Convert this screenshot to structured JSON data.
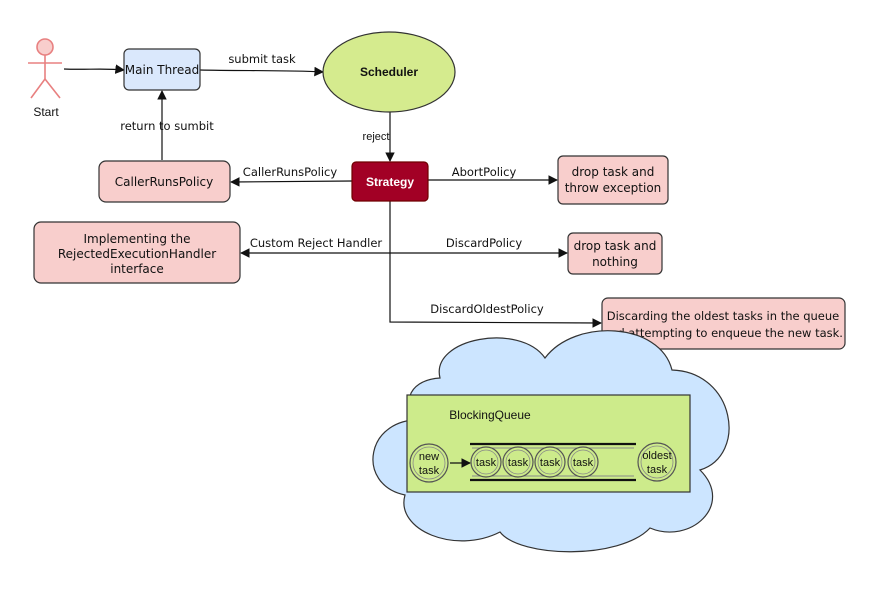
{
  "actor": {
    "label": "Start"
  },
  "nodes": {
    "main_thread": "Main Thread",
    "scheduler": "Scheduler",
    "strategy": "Strategy",
    "caller_runs": "CallerRunsPolicy",
    "implementing_lines": [
      "Implementing the",
      "RejectedExecutionHandler",
      "interface"
    ],
    "drop_throw_lines": [
      "drop task and",
      "throw exception"
    ],
    "drop_nothing_lines": [
      "drop task and",
      "nothing"
    ],
    "discard_oldest_lines": [
      "Discarding the oldest tasks in the queue",
      "and attempting to enqueue the new task."
    ]
  },
  "edges": {
    "submit_task": "submit task",
    "return_to_submit": "return to sumbit",
    "reject": "reject",
    "caller_runs_policy": "CallerRunsPolicy",
    "abort_policy": "AbortPolicy",
    "custom_reject_handler": "Custom Reject Handler",
    "discard_policy": "DiscardPolicy",
    "discard_oldest_policy": "DiscardOldestPolicy"
  },
  "queue": {
    "title": "BlockingQueue",
    "new_task_lines": [
      "new",
      "task"
    ],
    "task_label": "task",
    "oldest_task_lines": [
      "oldest",
      "task"
    ]
  },
  "colors": {
    "actor": "#e88080",
    "main_thread_fill": "#dae8fc",
    "scheduler_fill": "#d5eb8e",
    "strategy_fill": "#a20025",
    "policy_fill": "#f8cecc",
    "cloud_fill": "#cce5ff",
    "queue_fill": "#cdeb8b"
  }
}
